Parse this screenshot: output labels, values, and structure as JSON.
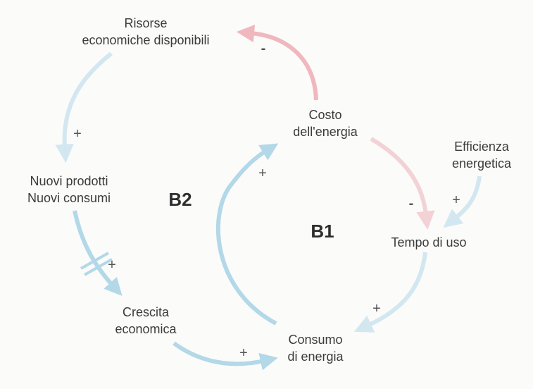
{
  "colors": {
    "blue_link": "#b3d8e8",
    "light_blue_link": "#d3e7f0",
    "red_link": "#f0b7bf",
    "light_red_link": "#f3d2d6",
    "text": "#3b3b3b"
  },
  "nodes": {
    "risorse": {
      "line1": "Risorse",
      "line2": "economiche disponibili"
    },
    "costo": {
      "line1": "Costo",
      "line2": "dell'energia"
    },
    "efficienza": {
      "line1": "Efficienza",
      "line2": "energetica"
    },
    "nuovi": {
      "line1": "Nuovi prodotti",
      "line2": "Nuovi consumi"
    },
    "tempo": {
      "line1": "Tempo di uso"
    },
    "crescita": {
      "line1": "Crescita",
      "line2": "economica"
    },
    "consumo": {
      "line1": "Consumo",
      "line2": "di energia"
    }
  },
  "loops": {
    "b1": "B1",
    "b2": "B2"
  },
  "links": [
    {
      "from": "Costo dell'energia",
      "to": "Risorse economiche disponibili",
      "polarity": "-"
    },
    {
      "from": "Risorse economiche disponibili",
      "to": "Nuovi prodotti Nuovi consumi",
      "polarity": "+"
    },
    {
      "from": "Nuovi prodotti Nuovi consumi",
      "to": "Crescita economica",
      "polarity": "+",
      "delay": true
    },
    {
      "from": "Crescita economica",
      "to": "Consumo di energia",
      "polarity": "+"
    },
    {
      "from": "Consumo di energia",
      "to": "Costo dell'energia",
      "polarity": "+"
    },
    {
      "from": "Costo dell'energia",
      "to": "Tempo di uso",
      "polarity": "-"
    },
    {
      "from": "Efficienza energetica",
      "to": "Tempo di uso",
      "polarity": "+"
    },
    {
      "from": "Tempo di uso",
      "to": "Consumo di energia",
      "polarity": "+"
    }
  ],
  "polarity_labels": {
    "costo_risorse": "-",
    "risorse_nuovi": "+",
    "nuovi_crescita": "+",
    "crescita_consumo": "+",
    "consumo_costo": "+",
    "costo_tempo": "-",
    "efficienza_tempo": "+",
    "tempo_consumo": "+"
  }
}
